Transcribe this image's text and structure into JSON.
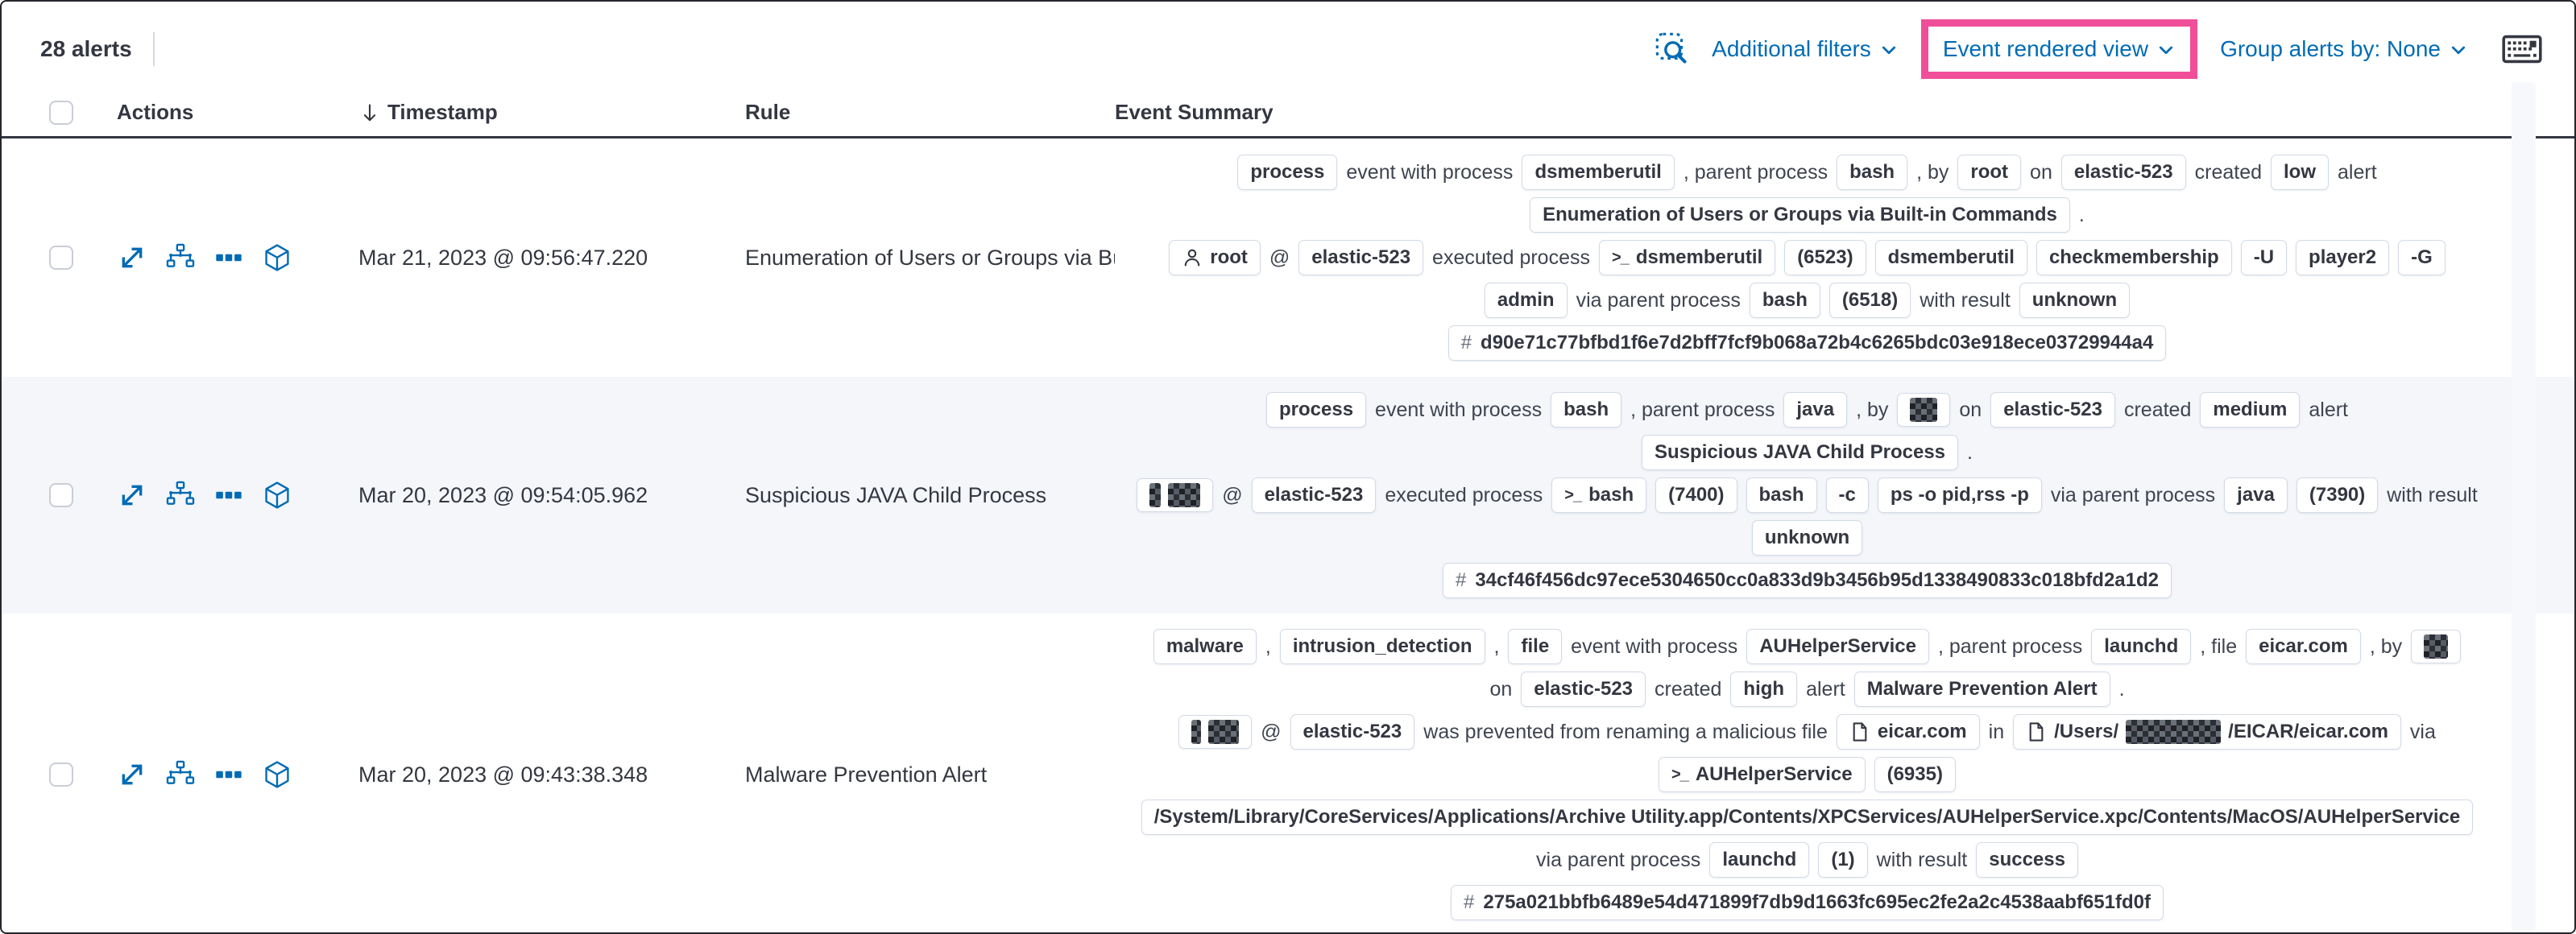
{
  "colors": {
    "accent": "#F04E98",
    "link": "#006BB4",
    "stripe": "#f4f6fa"
  },
  "toolbar": {
    "alert_count": "28 alerts",
    "additional_filters_label": "Additional filters",
    "view_selector_label": "Event rendered view",
    "group_alerts_label": "Group alerts by: None"
  },
  "table": {
    "columns": [
      "Actions",
      "Timestamp",
      "Rule",
      "Event Summary"
    ],
    "sorted_column": "Timestamp",
    "sort_direction": "desc",
    "row_actions": [
      "view-details",
      "analyze-event",
      "more-actions",
      "open-session-view"
    ],
    "rows": [
      {
        "timestamp": "Mar 21, 2023 @ 09:56:47.220",
        "rule": "Enumeration of Users or Groups via Bui",
        "striped": false,
        "height_class": "row-1",
        "summary": [
          [
            {
              "badge": [
                {
                  "text": "process"
                }
              ]
            },
            {
              "text": "event with process"
            },
            {
              "badge": [
                {
                  "text": "dsmemberutil"
                }
              ]
            },
            {
              "text": ", parent process"
            },
            {
              "badge": [
                {
                  "text": "bash"
                }
              ]
            },
            {
              "text": ", by"
            },
            {
              "badge": [
                {
                  "text": "root"
                }
              ]
            },
            {
              "text": "on"
            },
            {
              "badge": [
                {
                  "text": "elastic-523"
                }
              ]
            },
            {
              "text": "created"
            },
            {
              "badge": [
                {
                  "text": "low"
                }
              ]
            },
            {
              "text": "alert"
            }
          ],
          [
            {
              "badge": [
                {
                  "text": "Enumeration of Users or Groups via Built-in Commands"
                }
              ]
            },
            {
              "text": "."
            }
          ],
          [
            {
              "icon": "user",
              "badge": [
                {
                  "text": "root"
                }
              ]
            },
            {
              "text": "@"
            },
            {
              "badge": [
                {
                  "text": "elastic-523"
                }
              ]
            },
            {
              "text": "executed process"
            },
            {
              "icon": "terminal",
              "badge": [
                {
                  "text": "dsmemberutil"
                }
              ]
            },
            {
              "badge": [
                {
                  "text": "(6523)"
                }
              ]
            },
            {
              "badge": [
                {
                  "text": "dsmemberutil"
                }
              ]
            },
            {
              "badge": [
                {
                  "text": "checkmembership"
                }
              ]
            },
            {
              "badge": [
                {
                  "text": "-U"
                }
              ]
            },
            {
              "badge": [
                {
                  "text": "player2"
                }
              ]
            },
            {
              "badge": [
                {
                  "text": "-G"
                }
              ]
            }
          ],
          [
            {
              "badge": [
                {
                  "text": "admin"
                }
              ]
            },
            {
              "text": "via parent process"
            },
            {
              "badge": [
                {
                  "text": "bash"
                }
              ]
            },
            {
              "badge": [
                {
                  "text": "(6518)"
                }
              ]
            },
            {
              "text": "with result"
            },
            {
              "badge": [
                {
                  "text": "unknown"
                }
              ]
            }
          ],
          [
            {
              "icon": "hash",
              "badge": [
                {
                  "text": "d90e71c77bfbd1f6e7d2bff7fcf9b068a72b4c6265bdc03e918ece03729944a4"
                }
              ]
            }
          ]
        ]
      },
      {
        "timestamp": "Mar 20, 2023 @ 09:54:05.962",
        "rule": "Suspicious JAVA Child Process",
        "striped": true,
        "height_class": "row-2",
        "summary": [
          [
            {
              "badge": [
                {
                  "text": "process"
                }
              ]
            },
            {
              "text": "event with process"
            },
            {
              "badge": [
                {
                  "text": "bash"
                }
              ]
            },
            {
              "text": ", parent process"
            },
            {
              "badge": [
                {
                  "text": "java"
                }
              ]
            },
            {
              "text": ", by"
            },
            {
              "badge": [
                {
                  "redacted": 34
                }
              ]
            },
            {
              "text": "on"
            },
            {
              "badge": [
                {
                  "text": "elastic-523"
                }
              ]
            },
            {
              "text": "created"
            },
            {
              "badge": [
                {
                  "text": "medium"
                }
              ]
            },
            {
              "text": "alert"
            }
          ],
          [
            {
              "badge": [
                {
                  "text": "Suspicious JAVA Child Process"
                }
              ]
            },
            {
              "text": "."
            }
          ],
          [
            {
              "badge": [
                {
                  "redacted": 14
                },
                {
                  "redacted": 40
                }
              ]
            },
            {
              "text": "@"
            },
            {
              "badge": [
                {
                  "text": "elastic-523"
                }
              ]
            },
            {
              "text": "executed process"
            },
            {
              "icon": "terminal",
              "badge": [
                {
                  "text": "bash"
                }
              ]
            },
            {
              "badge": [
                {
                  "text": "(7400)"
                }
              ]
            },
            {
              "badge": [
                {
                  "text": "bash"
                }
              ]
            },
            {
              "badge": [
                {
                  "text": "-c"
                }
              ]
            },
            {
              "badge": [
                {
                  "text": "ps -o pid,rss -p"
                }
              ]
            },
            {
              "text": "via parent process"
            },
            {
              "badge": [
                {
                  "text": "java"
                }
              ]
            },
            {
              "badge": [
                {
                  "text": "(7390)"
                }
              ]
            },
            {
              "text": "with result"
            }
          ],
          [
            {
              "badge": [
                {
                  "text": "unknown"
                }
              ]
            }
          ],
          [
            {
              "icon": "hash",
              "badge": [
                {
                  "text": "34cf46f456dc97ece5304650cc0a833d9b3456b95d1338490833c018bfd2a1d2"
                }
              ]
            }
          ]
        ]
      },
      {
        "timestamp": "Mar 20, 2023 @ 09:43:38.348",
        "rule": "Malware Prevention Alert",
        "striped": false,
        "height_class": "row-3",
        "summary": [
          [
            {
              "badge": [
                {
                  "text": "malware"
                }
              ]
            },
            {
              "text": ","
            },
            {
              "badge": [
                {
                  "text": "intrusion_detection"
                }
              ]
            },
            {
              "text": ","
            },
            {
              "badge": [
                {
                  "text": "file"
                }
              ]
            },
            {
              "text": "event with process"
            },
            {
              "badge": [
                {
                  "text": "AUHelperService"
                }
              ]
            },
            {
              "text": ", parent process"
            },
            {
              "badge": [
                {
                  "text": "launchd"
                }
              ]
            },
            {
              "text": ", file"
            },
            {
              "badge": [
                {
                  "text": "eicar.com"
                }
              ]
            },
            {
              "text": ", by"
            },
            {
              "badge": [
                {
                  "redacted": 30
                }
              ]
            }
          ],
          [
            {
              "text": "on"
            },
            {
              "badge": [
                {
                  "text": "elastic-523"
                }
              ]
            },
            {
              "text": "created"
            },
            {
              "badge": [
                {
                  "text": "high"
                }
              ]
            },
            {
              "text": "alert"
            },
            {
              "badge": [
                {
                  "text": "Malware Prevention Alert"
                }
              ]
            },
            {
              "text": "."
            }
          ],
          [
            {
              "badge": [
                {
                  "redacted": 12
                },
                {
                  "redacted": 38
                }
              ]
            },
            {
              "text": "@"
            },
            {
              "badge": [
                {
                  "text": "elastic-523"
                }
              ]
            },
            {
              "text": "was prevented from renaming a malicious file"
            },
            {
              "icon": "document",
              "badge": [
                {
                  "text": "eicar.com"
                }
              ]
            },
            {
              "text": "in"
            },
            {
              "icon": "document",
              "badge": [
                {
                  "text": "/Users/"
                },
                {
                  "redacted": 118
                },
                {
                  "text": "/EICAR/eicar.com"
                }
              ]
            },
            {
              "text": "via"
            }
          ],
          [
            {
              "icon": "terminal",
              "badge": [
                {
                  "text": "AUHelperService"
                }
              ]
            },
            {
              "badge": [
                {
                  "text": "(6935)"
                }
              ]
            }
          ],
          [
            {
              "badge": [
                {
                  "text": "/System/Library/CoreServices/Applications/Archive Utility.app/Contents/XPCServices/AUHelperService.xpc/Contents/MacOS/AUHelperService"
                }
              ]
            }
          ],
          [
            {
              "text": "via parent process"
            },
            {
              "badge": [
                {
                  "text": "launchd"
                }
              ]
            },
            {
              "badge": [
                {
                  "text": "(1)"
                }
              ]
            },
            {
              "text": "with result"
            },
            {
              "badge": [
                {
                  "text": "success"
                }
              ]
            }
          ],
          [
            {
              "icon": "hash",
              "badge": [
                {
                  "text": "275a021bbfb6489e54d471899f7db9d1663fc695ec2fe2a2c4538aabf651fd0f"
                }
              ]
            }
          ]
        ]
      }
    ]
  }
}
